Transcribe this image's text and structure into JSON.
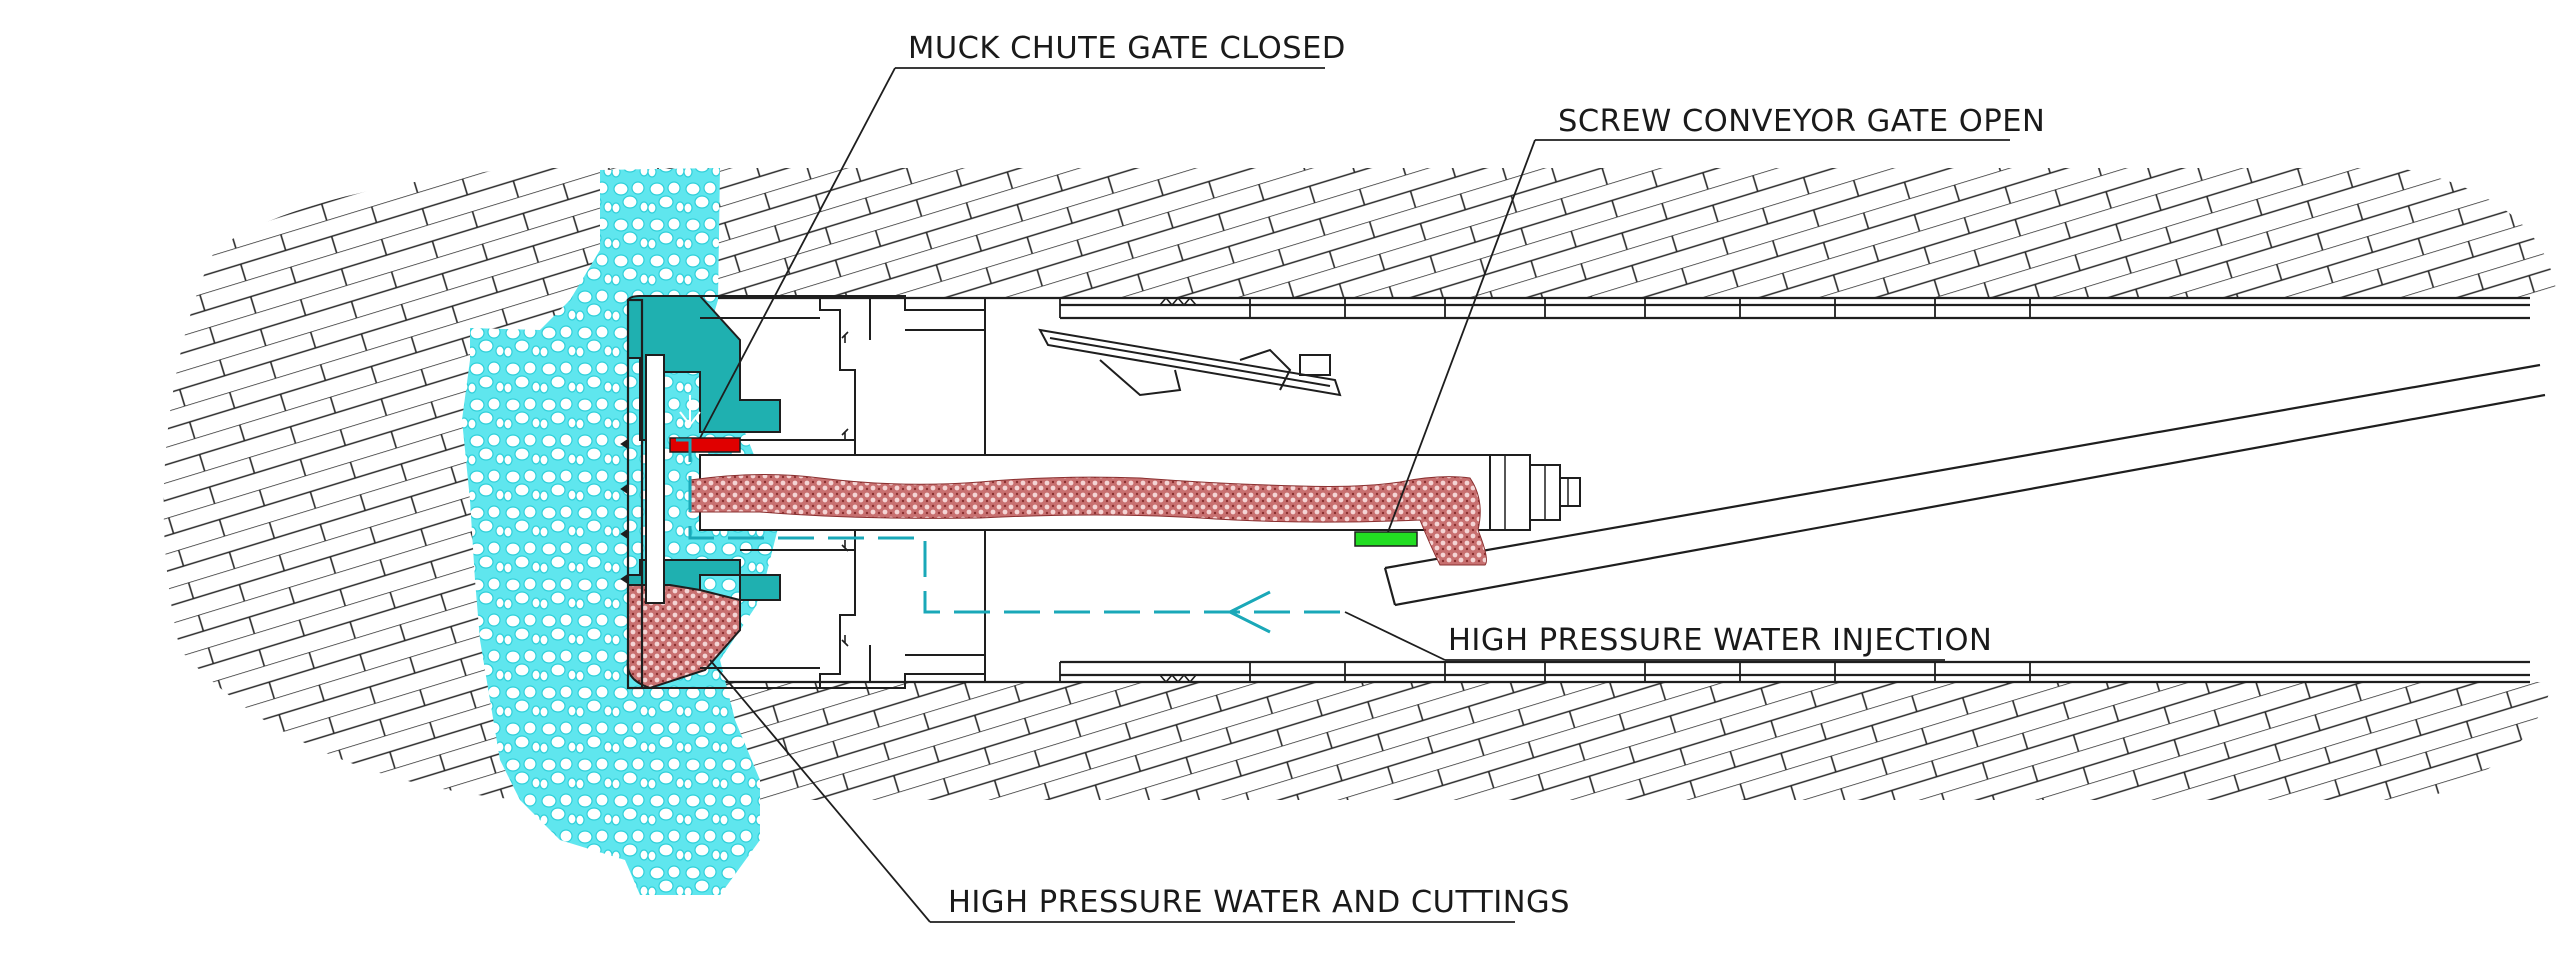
{
  "callouts": {
    "muck_chute_gate": "MUCK CHUTE GATE CLOSED",
    "screw_conveyor_gate": "SCREW CONVEYOR GATE OPEN",
    "water_injection": "HIGH PRESSURE WATER INJECTION",
    "water_and_cuttings": "HIGH PRESSURE WATER AND CUTTINGS"
  },
  "colors": {
    "water": "#3ee0e8",
    "machine_teal": "#1fb0b0",
    "cuttings": "#b85a5a",
    "muck_gate": "#e00000",
    "screw_gate": "#22dd22",
    "line": "#1e1e1e",
    "flow_arrow": "#1aa8b8"
  },
  "icons": {
    "flow_arrow": "left-arrow-icon"
  }
}
